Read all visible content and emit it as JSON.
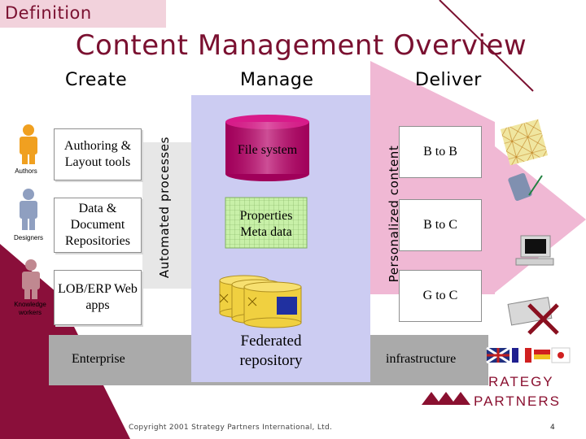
{
  "tag": "Definition",
  "title": "Content Management Overview",
  "columns": {
    "create": "Create",
    "manage": "Manage",
    "deliver": "Deliver"
  },
  "people": [
    {
      "label": "Authors",
      "color": "#f0a020"
    },
    {
      "label": "Designers",
      "color": "#8f9fc0"
    },
    {
      "label": "Knowledge workers",
      "color": "#c08890"
    }
  ],
  "create_boxes": [
    "Authoring & Layout tools",
    "Data & Document Repositories",
    "LOB/ERP Web apps"
  ],
  "automated_processes": "Automated processes",
  "personalized_content": "Personalized content",
  "manage": {
    "file_system": "File system",
    "properties": "Properties Meta data",
    "federated": "Federated repository"
  },
  "deliver_boxes": [
    "B to B",
    "B to C",
    "G to C"
  ],
  "enterprise": "Enterprise",
  "infrastructure": "infrastructure",
  "logo": {
    "line1": "RATEGY",
    "line2": "PARTNERS"
  },
  "footer": "Copyright 2001 Strategy Partners International, Ltd.",
  "page_number": "4",
  "colors": {
    "accent": "#7a1030",
    "manage_panel": "#ccccf2",
    "arrow": "#f0b8d4",
    "band": "#aaaaaa"
  }
}
